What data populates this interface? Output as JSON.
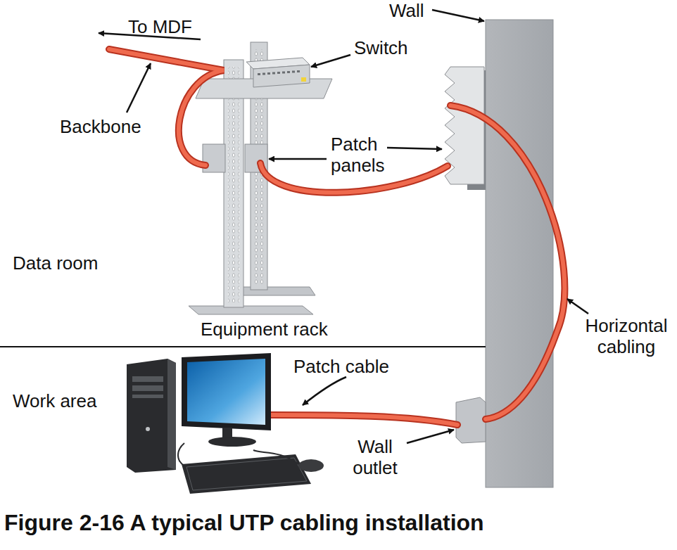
{
  "diagram": {
    "caption": "Figure 2-16 A typical UTP cabling installation",
    "labels": [
      "Wall",
      "To MDF",
      "Switch",
      "Backbone",
      "Patch panels",
      "Data room",
      "Equipment rack",
      "Horizontal cabling",
      "Work area",
      "Patch cable",
      "Wall outlet"
    ]
  }
}
